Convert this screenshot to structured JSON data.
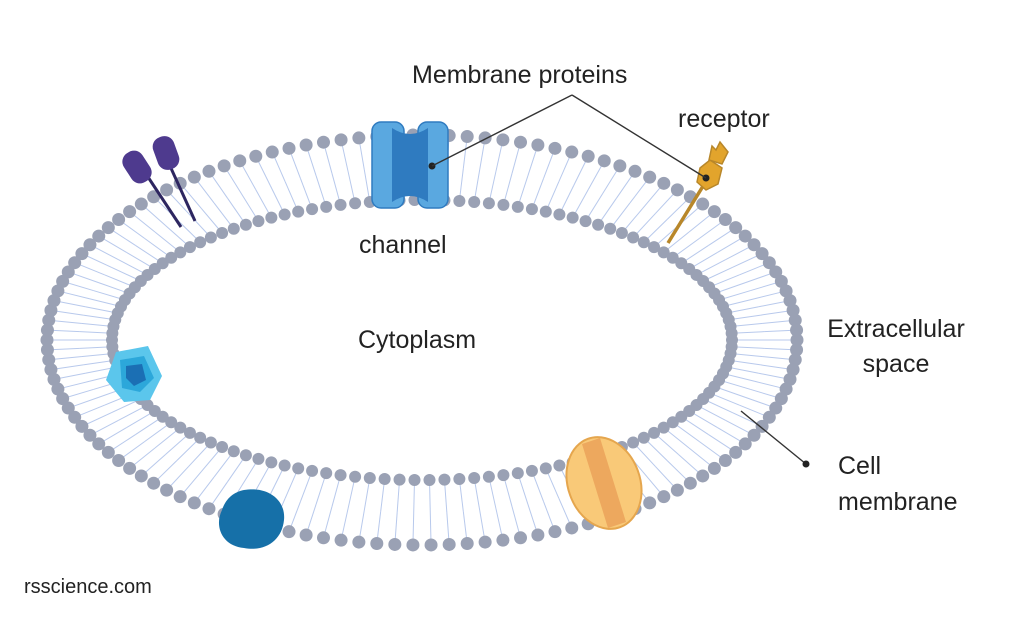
{
  "labels": {
    "membrane_proteins": "Membrane proteins",
    "receptor": "receptor",
    "channel": "channel",
    "cytoplasm": "Cytoplasm",
    "extracellular_line1": "Extracellular",
    "extracellular_line2": "space",
    "cell_membrane_line1": "Cell",
    "cell_membrane_line2": "membrane"
  },
  "watermark": "rsscience.com",
  "colors": {
    "head_dot": "#9AA1B4",
    "tail_line": "#B8C9EC",
    "channel_light": "#5AA8E0",
    "channel_dark": "#2F7BC0",
    "receptor": "#E2A42C",
    "receptor_stalk": "#B8872A",
    "glycoprotein": "#4E3A8E",
    "left_protein_light": "#5BC6EC",
    "left_protein_dark": "#1B6FB4",
    "blob_protein": "#1670A8",
    "orange_protein_light": "#F9C978",
    "orange_protein_mid": "#EDA85E",
    "leader_line": "#333333"
  }
}
